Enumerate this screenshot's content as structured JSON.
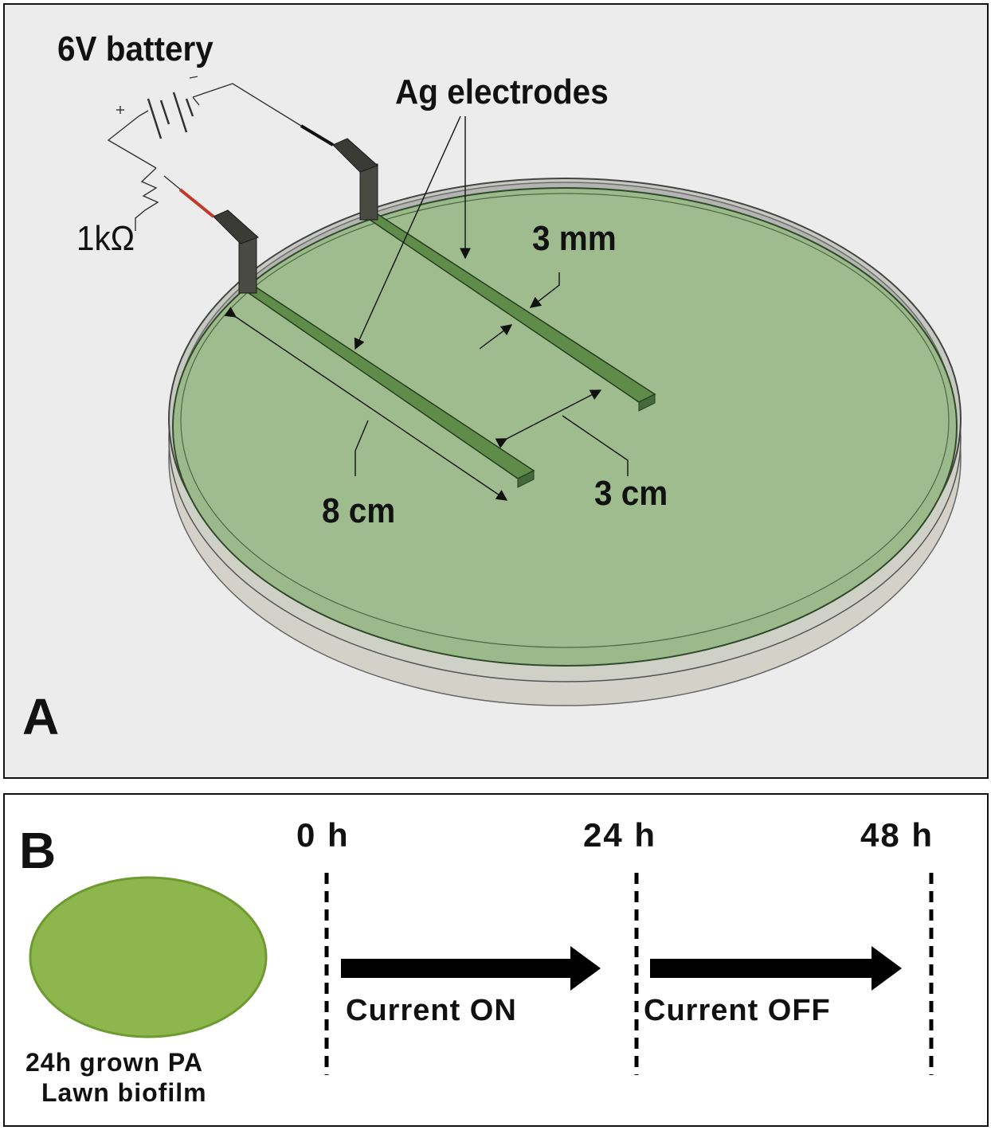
{
  "panel_a": {
    "letter": "A",
    "battery_label": "6V battery",
    "electrodes_label": "Ag electrodes",
    "resistor_label": "1kΩ",
    "width_label": "3 mm",
    "length_label": "8 cm",
    "gap_label": "3 cm",
    "colors": {
      "agar": "#9bb98a",
      "electrode": "#5f8c49",
      "dish_rim": "#b4b4b0",
      "dish_base": "#d4d2c8",
      "background": "#ececec"
    }
  },
  "panel_b": {
    "letter": "B",
    "biofilm_label_line1": "24h grown PA",
    "biofilm_label_line2": "Lawn biofilm",
    "timepoints": [
      "0 h",
      "24 h",
      "48 h"
    ],
    "phase_1": "Current ON",
    "phase_2": "Current OFF",
    "colors": {
      "biofilm_fill": "#8db64c",
      "biofilm_stroke": "#6e9a32",
      "arrow": "#000000"
    }
  }
}
